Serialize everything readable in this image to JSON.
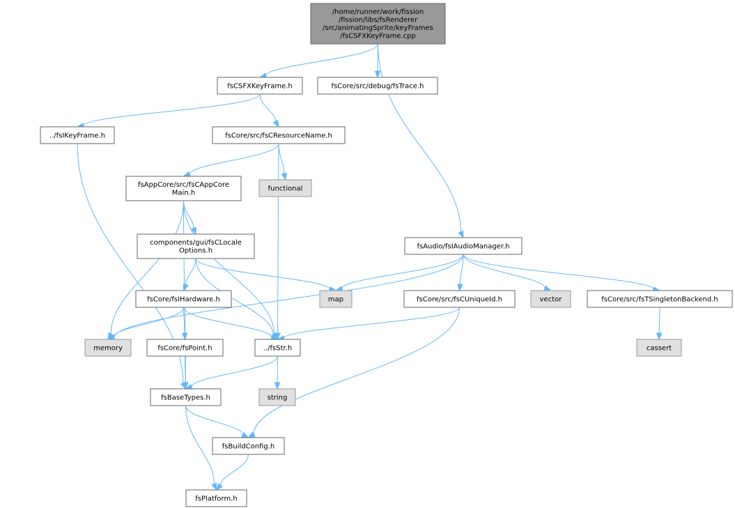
{
  "colors": {
    "edge": "#63b8ff",
    "root_fill": "#999999",
    "external_fill": "#e0e0e0"
  },
  "nodes": [
    {
      "id": "root",
      "kind": "root",
      "lines": [
        "/home/runner/work/fission",
        "/fission/libs/fsRenderer",
        "/src/animatingSprite/keyFrames",
        "/fsCSFXKeyFrame.cpp"
      ]
    },
    {
      "id": "fsCSFXKeyFrame_h",
      "kind": "local",
      "lines": [
        "fsCSFXKeyFrame.h"
      ]
    },
    {
      "id": "fsTrace_h",
      "kind": "local",
      "lines": [
        "fsCore/src/debug/fsTrace.h"
      ]
    },
    {
      "id": "fsIKeyFrame_h",
      "kind": "local",
      "lines": [
        "../fsIKeyFrame.h"
      ]
    },
    {
      "id": "fsCResourceName_h",
      "kind": "local",
      "lines": [
        "fsCore/src/fsCResourceName.h"
      ]
    },
    {
      "id": "fsCAppCoreMain_h",
      "kind": "local",
      "lines": [
        "fsAppCore/src/fsCAppCore",
        "Main.h"
      ]
    },
    {
      "id": "functional",
      "kind": "external",
      "lines": [
        "functional"
      ]
    },
    {
      "id": "fsIAudioManager_h",
      "kind": "local",
      "lines": [
        "fsAudio/fsIAudioManager.h"
      ]
    },
    {
      "id": "fsCLocaleOptions_h",
      "kind": "local",
      "lines": [
        "components/gui/fsCLocale",
        "Options.h"
      ]
    },
    {
      "id": "fsIHardware_h",
      "kind": "local",
      "lines": [
        "fsCore/fsIHardware.h"
      ]
    },
    {
      "id": "map",
      "kind": "external",
      "lines": [
        "map"
      ]
    },
    {
      "id": "fsCUniqueId_h",
      "kind": "local",
      "lines": [
        "fsCore/src/fsCUniqueId.h"
      ]
    },
    {
      "id": "vector",
      "kind": "external",
      "lines": [
        "vector"
      ]
    },
    {
      "id": "fsTSingletonBackend_h",
      "kind": "local",
      "lines": [
        "fsCore/src/fsTSingletonBackend.h"
      ]
    },
    {
      "id": "memory",
      "kind": "external",
      "lines": [
        "memory"
      ]
    },
    {
      "id": "fsPoint_h",
      "kind": "local",
      "lines": [
        "fsCore/fsPoint.h"
      ]
    },
    {
      "id": "fsStr_h",
      "kind": "local",
      "lines": [
        "../fsStr.h"
      ]
    },
    {
      "id": "cassert",
      "kind": "external",
      "lines": [
        "cassert"
      ]
    },
    {
      "id": "fsBaseTypes_h",
      "kind": "local",
      "lines": [
        "fsBaseTypes.h"
      ]
    },
    {
      "id": "string",
      "kind": "external",
      "lines": [
        "string"
      ]
    },
    {
      "id": "fsBuildConfig_h",
      "kind": "local",
      "lines": [
        "fsBuildConfig.h"
      ]
    },
    {
      "id": "fsPlatform_h",
      "kind": "local",
      "lines": [
        "fsPlatform.h"
      ]
    }
  ],
  "edges": [
    [
      "root",
      "fsCSFXKeyFrame_h"
    ],
    [
      "root",
      "fsTrace_h"
    ],
    [
      "root",
      "fsIAudioManager_h"
    ],
    [
      "fsCSFXKeyFrame_h",
      "fsIKeyFrame_h"
    ],
    [
      "fsCSFXKeyFrame_h",
      "fsCResourceName_h"
    ],
    [
      "fsIKeyFrame_h",
      "fsBaseTypes_h"
    ],
    [
      "fsCResourceName_h",
      "fsCAppCoreMain_h"
    ],
    [
      "fsCResourceName_h",
      "functional"
    ],
    [
      "fsCResourceName_h",
      "fsStr_h"
    ],
    [
      "fsCAppCoreMain_h",
      "fsCLocaleOptions_h"
    ],
    [
      "fsCAppCoreMain_h",
      "memory"
    ],
    [
      "fsCAppCoreMain_h",
      "fsStr_h"
    ],
    [
      "fsCAppCoreMain_h",
      "fsBaseTypes_h"
    ],
    [
      "fsCLocaleOptions_h",
      "fsIHardware_h"
    ],
    [
      "fsCLocaleOptions_h",
      "map"
    ],
    [
      "fsCLocaleOptions_h",
      "fsStr_h"
    ],
    [
      "fsIHardware_h",
      "memory"
    ],
    [
      "fsIHardware_h",
      "fsPoint_h"
    ],
    [
      "fsIHardware_h",
      "fsStr_h"
    ],
    [
      "fsPoint_h",
      "fsBaseTypes_h"
    ],
    [
      "fsStr_h",
      "fsBaseTypes_h"
    ],
    [
      "fsStr_h",
      "string"
    ],
    [
      "fsBaseTypes_h",
      "fsBuildConfig_h"
    ],
    [
      "fsBaseTypes_h",
      "fsPlatform_h"
    ],
    [
      "fsBuildConfig_h",
      "fsPlatform_h"
    ],
    [
      "fsIAudioManager_h",
      "memory"
    ],
    [
      "fsIAudioManager_h",
      "map"
    ],
    [
      "fsIAudioManager_h",
      "fsCUniqueId_h"
    ],
    [
      "fsIAudioManager_h",
      "vector"
    ],
    [
      "fsIAudioManager_h",
      "fsTSingletonBackend_h"
    ],
    [
      "fsCUniqueId_h",
      "fsStr_h"
    ],
    [
      "fsCUniqueId_h",
      "fsBuildConfig_h"
    ],
    [
      "fsTSingletonBackend_h",
      "cassert"
    ]
  ]
}
